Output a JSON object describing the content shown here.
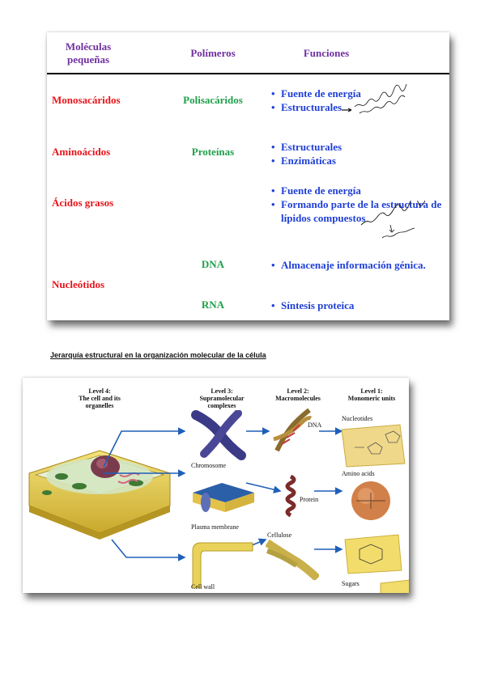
{
  "table": {
    "headers": {
      "molecules": "Moléculas pequeñas",
      "polymers": "Polímeros",
      "functions": "Funciones"
    },
    "rows": [
      {
        "molecule": "Monosacáridos",
        "polymer": "Polisacáridos",
        "functions": [
          "Fuente de energía",
          "Estructurales"
        ]
      },
      {
        "molecule": "Aminoácidos",
        "polymer": "Proteínas",
        "functions": [
          "Estructurales",
          "Enzimáticas"
        ]
      },
      {
        "molecule": "Ácidos grasos",
        "polymer": "",
        "functions": [
          "Fuente de energía",
          "Formando parte de la estructura de lípidos compuestos"
        ]
      },
      {
        "molecule": "Nucleótidos",
        "polymer": "DNA",
        "functions": [
          "Almacenaje información génica."
        ]
      },
      {
        "molecule": "",
        "polymer": "RNA",
        "functions": [
          "Síntesis proteica"
        ]
      }
    ],
    "colors": {
      "molecule": "#e8141b",
      "polymer": "#1f9f4b",
      "functions": "#1f3fd6",
      "header": "#7030a0"
    }
  },
  "caption": "Jerarquía estructural en la organización molecular de la célula",
  "hierarchy": {
    "levels": [
      {
        "title": "Level 4:",
        "subtitle": "The cell and its organelles"
      },
      {
        "title": "Level 3:",
        "subtitle": "Supramolecular complexes"
      },
      {
        "title": "Level 2:",
        "subtitle": "Macromolecules"
      },
      {
        "title": "Level 1:",
        "subtitle": "Monomeric units"
      }
    ],
    "labels": {
      "chromosome": "Chromosome",
      "plasma_membrane": "Plasma membrane",
      "cell_wall": "Cell wall",
      "dna": "DNA",
      "protein": "Protein",
      "cellulose": "Cellulose",
      "nucleotides": "Nucleotides",
      "amino_acids": "Amino acids",
      "sugars": "Sugars"
    }
  }
}
